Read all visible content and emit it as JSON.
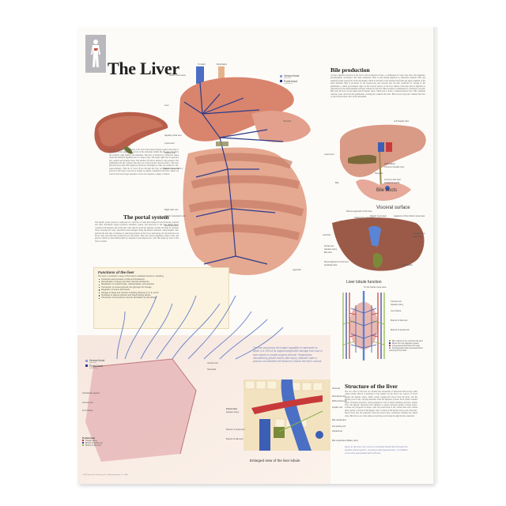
{
  "poster": {
    "title": "The Liver",
    "header_icon": "human-body-silhouette-icon",
    "colors": {
      "venous_blood": "#8e9fd6",
      "portal_blood": "#2d3c8a",
      "oxygenated_blood": "#c83a3a",
      "bile": "#8ab34a",
      "liver": "#c9786a",
      "accent_box": "#fbf3e0"
    },
    "intro_text": "The liver weighs approximately 3 lbs. and is the largest internal organ in the body. It is located in the upper right section of the abdomen, behind the rib cage and above the stomach, right kidney, and intestines. The liver is divided by connective tissue called the falciform ligament into two major lobes. The larger right lobe is separated into caudate and quadrate lobes. The smaller left lobe is anterior to the stomach. The gallbladder and the common bile duct are located on the visceral surface. The liver performs more than 500 regulatory functions, including two that are essential to life. Approximately 1500 ml of blood flows through the liver per minute. Up to 13 percent of the body's total blood volume is usually contained in the liver, which can swell to hold even larger amounts of blood in response to injury or illness.",
    "portal_system": {
      "heading": "The portal system",
      "text": "The hepatic portal system is composed of a network of veins that transport blood from the stomach and other abdominal organs (stomach, intestines, spleen, and pancreas) to the liver. Portal blood contains both nutrients and toxins that come directly from the digestive system and must be cleansed before entering the body. Specialized macrophages lining the hepatic sinusoids called Kupffer cells perform the first line of defense by removing bacteria in the blood, destroying old and defective red blood cells, and removing clotting factors and debris. They also remove pigments, amino acids, and glucose which are then metabolized by enzymes in the hepatocytes, cells that make up most of the liver's volume."
    },
    "main_diagram": {
      "labels_top": [
        "To Heart",
        "Esophagus"
      ],
      "labels_left": [
        "Inferior vena cava",
        "Liver",
        "Hepatic portal vein",
        "Cystic duct",
        "Splenic vein",
        "Superior mesenteric v.",
        "Right colic vein",
        "Inferior mesenteric vein",
        "Intestinal veins",
        "Appendix"
      ],
      "labels_right": [
        "Stomach"
      ],
      "legend": [
        {
          "label": "Venous blood",
          "sub": "(Filtered)",
          "color": "#8e9fd6"
        },
        {
          "label": "Portal blood",
          "sub": "(unfiltered)",
          "color": "#2d3c8a"
        }
      ]
    },
    "functions_box": {
      "heading": "Functions of the liver",
      "intro": "The liver is involved in many of the body's metabolic functions, including:",
      "items": [
        "Production and excretion of bile and cholesterol",
        "Detoxification of drugs and other harmful substances",
        "Metabolism of nutrients (fats, carbohydrates, and proteins)",
        "Conversion of excess glucose into glycogen for storage",
        "Regulation of amino acid levels",
        "Storage of blood and vitamins including Vitamins A, D, E, and K",
        "Synthesis of plasma proteins and blood clotting factors",
        "Conversion of ammonia to urea for elimination by the kidneys"
      ]
    },
    "bile_production": {
      "heading": "Bile production",
      "text": "A major digestive function of the liver is the production of bile, a combination of water, bile salts, bile pigments, phospholipids, cholesterol, and other substances. Bile is used during digestion to neutralize stomach acids and emulsify (break down) fats in the duodenum, which is attached to the stomach and forms the upper segment of the small intestine. Bile is produced by the hepatocytes and secreted into the bile canaliculi for storage in the gallbladder, a small, pear-shaped organ on the visceral surface of the liver. Much of the bile used in digestion is reabsorbed by the small intestine and later returned to the liver. Bile secretion is stimulated by a hormone, secretin. Bile exits the liver via the right and left hepatic ducts, which join to form a common hepatic duct. This combines with the cystic duct from the gallbladder, creating the common bile duct. Bile travels along the common bile duct to join the pancreatic duct in the duodenum."
    },
    "bile_ducts": {
      "caption": "Bile ducts",
      "labels": [
        "Left hepatic duct",
        "Cystic duct",
        "Gall bladder",
        "Common hepatic duct",
        "Stomach",
        "Common bile duct",
        "Duodenal papilla",
        "Bile"
      ]
    },
    "visceral_surface": {
      "caption": "Visceral surface",
      "labels": [
        "Fibrous appendix of the liver",
        "Ligamentum venosum",
        "Inferior vena cava",
        "Ligament of the inferior vena cava",
        "Left lobe",
        "Caudate lobe",
        "Right lobe",
        "Portal vein",
        "Hepatic artery",
        "Bile duct",
        "Round ligament of the liver",
        "Quadrate lobe",
        "Gall bladder"
      ]
    },
    "lobule_function": {
      "caption": "Liver lobule function",
      "top_label": "To the inferior vena cava",
      "labels": [
        "Central vein",
        "Hepatic artery",
        "Liver lobule",
        "Branch of bile duct",
        "Branch of portal vein"
      ],
      "legend": [
        {
          "label": "Bile collects in the common bile duct",
          "color": "#8ab34a"
        },
        {
          "label": "Blood from the digestive system",
          "color": "#2d3c8a"
        },
        {
          "label": "Oxygenated blood from the heart",
          "color": "#c83a3a"
        },
        {
          "label": "Deoxygenated and processed blood returning to the heart",
          "color": "#8e9fd6"
        }
      ]
    },
    "regeneration_text": "The liver possesses the unique capability to regenerate to within 5 to 10% of its original weight after damage from viral or toxic injuries or partial surgical removal. Hepatocytes, stimulated by growth factors after injury, replicate under a process of controlled cell division to restore the liver's volume.",
    "lower_left": {
      "legend": [
        {
          "label": "Venous blood",
          "sub": "(Filtered)",
          "color": "#8e9fd6"
        },
        {
          "label": "Portal blood",
          "sub": "(unfiltered)",
          "color": "#2d3c8a"
        }
      ],
      "labels": [
        "Central vein",
        "Sinusoids",
        "Interlobular septum",
        "Central vein",
        "Liver lobule"
      ],
      "portal_triad": {
        "heading": "Portal triad",
        "items": [
          {
            "label": "Hepatic artery",
            "color": "#c83a3a"
          },
          {
            "label": "Branch of portal vein",
            "color": "#2d3c8a"
          },
          {
            "label": "Branch of bile duct",
            "color": "#8ab34a"
          }
        ]
      },
      "copyright": "©2005 Scientific Publishing Ltd., Rolling Meadows, IL, USA"
    },
    "enlarged_view": {
      "caption": "Enlarged view of the liver lobule",
      "labels_left": [
        "Portal triad",
        "Hepatic artery",
        "Branch of portal vein",
        "Branch of bile duct"
      ],
      "labels_right": [
        "Sinusoid",
        "Red blood cell",
        "White blood cell",
        "Kupffer cell",
        "Bile canaliculus",
        "Fat storing cell",
        "Hepatocyte",
        "Bile canaliculus (Biliary duct)"
      ]
    },
    "structure": {
      "heading": "Structure of the liver",
      "text": "The two lobes of the liver are divided into thousands of functional microscopic units called lobules. Blood is delivered to the lobules via the liver's two sources of blood supply, the hepatic artery, which carries oxygen-rich blood from the heart, and the hepatic portal vein, carrying nutrients from the digestive system. Each lobule contains layers of hepatocytes (liver cells) arranged in cords or sheets radiating out from a central vein. The hepatic sinusoids form channels or spaces between groups of these layers. Lobules are polygonal in shape, with six portal triads at the corners that each contain three vessels: a branch of the hepatic vein, a branch of the hepatic artery, and a bile duct. Blood flows into the sinusoids from the portal triads, eventually reaching the central veins. Bile flows out of the lobule toward the portal triads through the bile canaliculi.",
      "note": "Injury to the liver can result in restricted blood flow through the hepatic portal system, causing portal hypertension, a condition commonly associated with cirrhosis."
    }
  }
}
